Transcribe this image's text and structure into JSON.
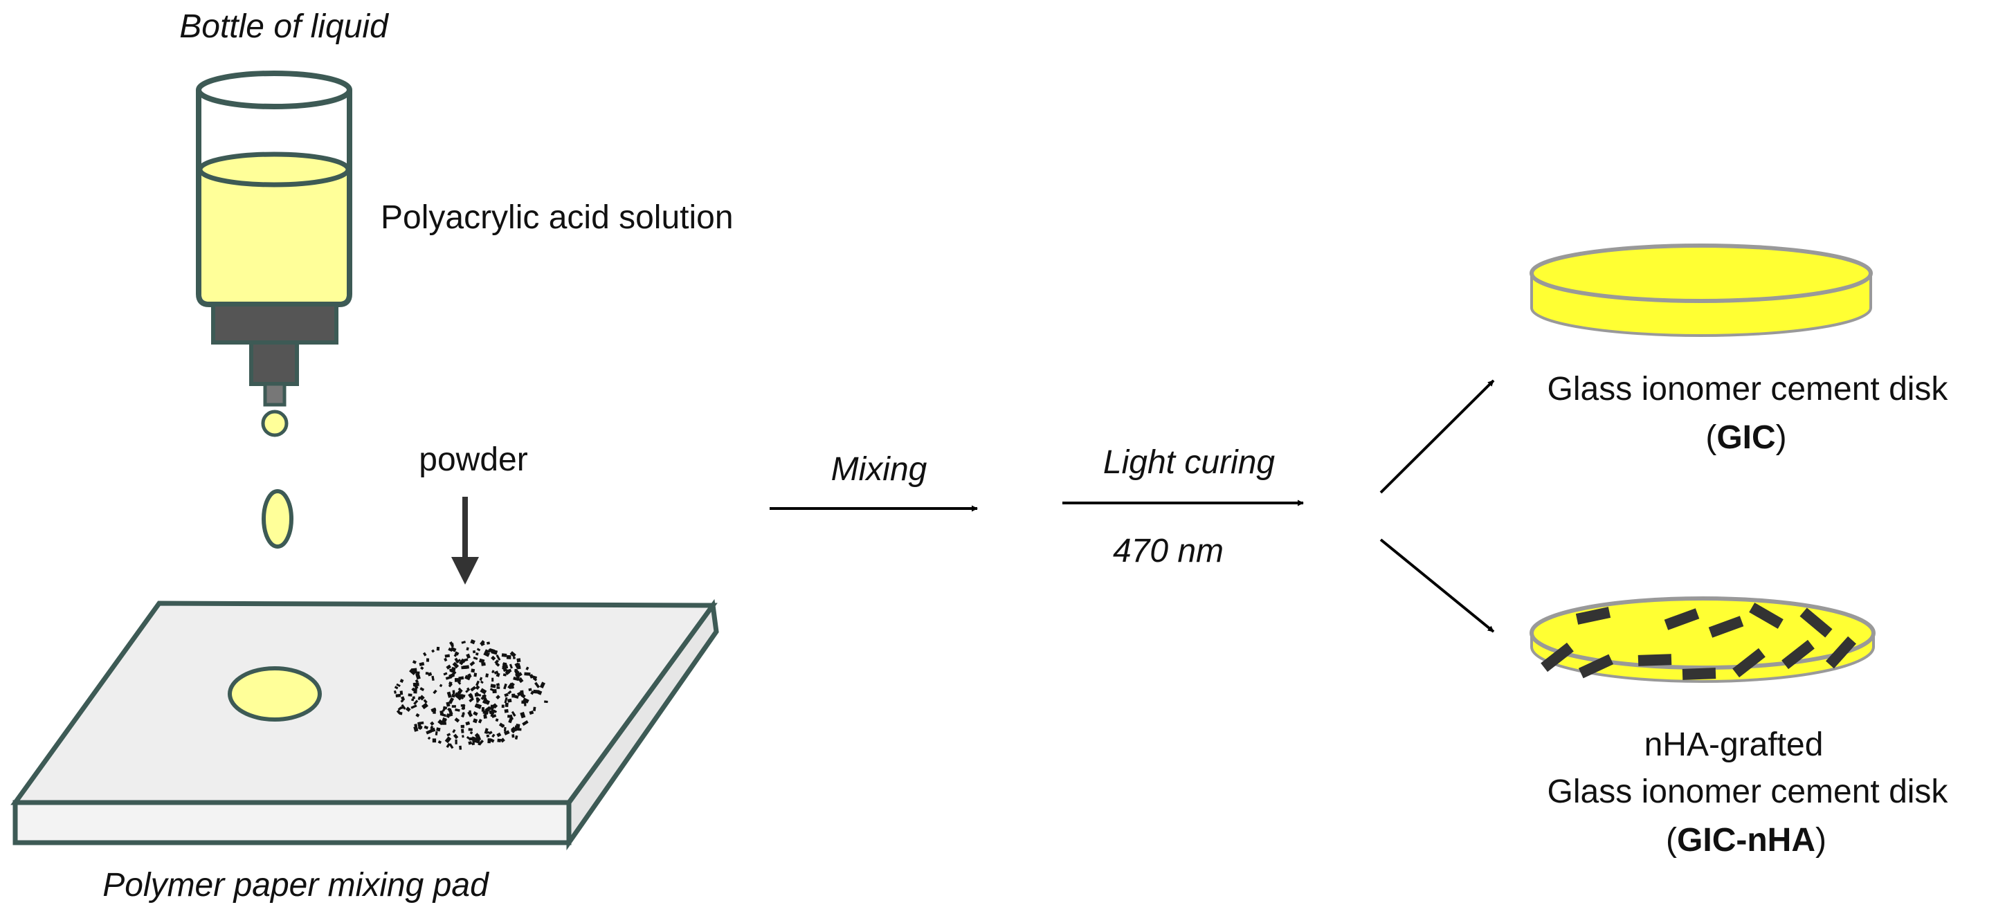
{
  "labels": {
    "bottle": "Bottle of liquid",
    "solution": "Polyacrylic acid solution",
    "powder": "powder",
    "pad": "Polymer paper mixing pad",
    "mixing": "Mixing",
    "light_curing": "Light curing",
    "wavelength": "470 nm",
    "gic_name": "Glass ionomer cement disk",
    "gic_abbr_open": "(",
    "gic_abbr": "GIC",
    "gic_abbr_close": ")",
    "nha_line1": "nHA-grafted",
    "nha_line2": "Glass ionomer cement disk",
    "nha_abbr_open": "(",
    "nha_abbr": "GIC-nHA",
    "nha_abbr_close": ")"
  },
  "colors": {
    "liquid": "#ffff99",
    "disk": "#ffff33",
    "outline": "#3d5a55",
    "pad_surface": "#eeeeee",
    "cap": "#555555",
    "particles": "#333333"
  }
}
